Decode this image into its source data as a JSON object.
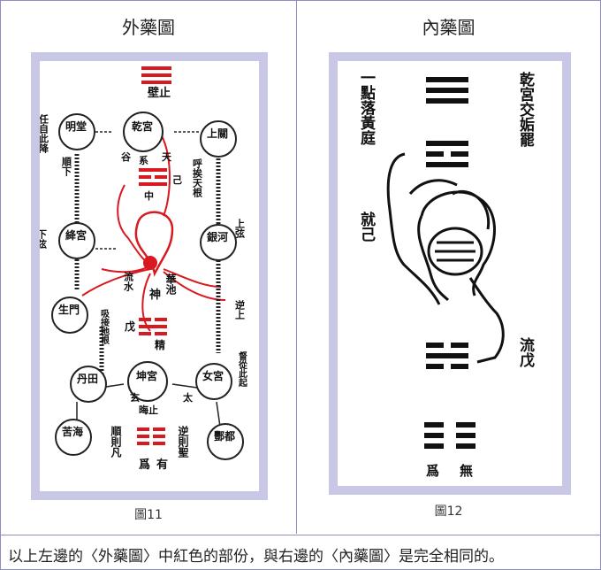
{
  "left": {
    "title": "外藥圖",
    "caption": "圖11",
    "labels": {
      "zhi_top": "壁止",
      "qian_gong": "乾宮",
      "ming_tang": "明堂",
      "shang_guan": "上關",
      "ren_zi_jiang": "任自此降",
      "shun_xia": "順下",
      "gu": "谷",
      "xi": "系",
      "tian": "天",
      "hu_xi": "呼挨天根",
      "ji": "己",
      "zhong": "中",
      "jiang_gong": "絳宮",
      "xia_xian": "下弦",
      "yin_he": "銀河",
      "shang_xian": "上弦",
      "liu_shui": "流水",
      "shen": "神",
      "hua_chi": "華池",
      "sheng_men": "生門",
      "ni_shang": "逆上",
      "xi_jie": "吸接地根",
      "wu": "戊",
      "jing": "精",
      "dan_tian": "丹田",
      "kun_gong": "坤宮",
      "nv_gong": "女宮",
      "du_cong": "督從此起",
      "xuan": "玄",
      "tai": "太",
      "zhi_bottom": "晦止",
      "ku_hai": "苦海",
      "shun_ze_fan": "順則凡",
      "wei": "爲",
      "you": "有",
      "ni_ze_sheng": "逆則聖",
      "feng_du": "酆都"
    }
  },
  "right": {
    "title": "內藥圖",
    "caption": "圖12",
    "labels": {
      "dian_luo": "一點落黃庭",
      "qian_gong_jiao": "乾宮交姤罷",
      "jiu_ji": "就己",
      "liu_wu": "流戊",
      "wei": "爲",
      "wu": "無"
    }
  },
  "footer": "以上左邊的〈外藥圖〉中紅色的部份，與右邊的〈內藥圖〉是完全相同的。",
  "colors": {
    "border": "#8f8fbf",
    "mat": "#c9c7e6",
    "red": "#d8191f",
    "ink": "#111111"
  }
}
